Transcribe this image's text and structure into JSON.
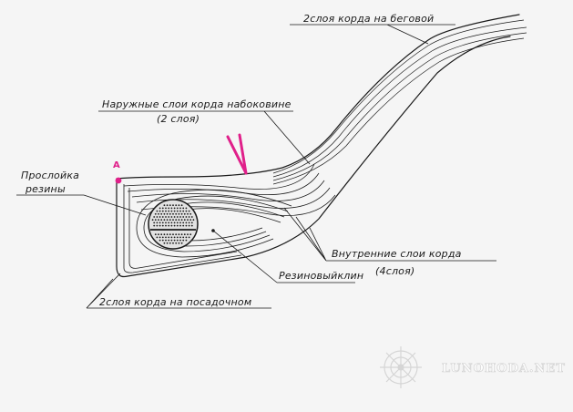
{
  "labels": {
    "tread_cord": "2слоя корда на беговой",
    "sidewall_outer_1": "Наружные слои корда набоковине",
    "sidewall_outer_2": "(2 слоя)",
    "rubber_layer_1": "Прослойка",
    "rubber_layer_2": "резины",
    "point_a": "A",
    "inner_cord_1": "Внутренние слои корда",
    "inner_cord_2": "(4слоя)",
    "rubber_wedge": "Резиновыйклин",
    "bead_cord": "2слоя корда на посадочном"
  },
  "watermark": {
    "text": "LUNOHODA.NET",
    "icon": "ship-wheel-logo-icon"
  },
  "colors": {
    "ink": "#1a1a1a",
    "marker": "#e0208a",
    "paper": "#f5f5f5"
  }
}
